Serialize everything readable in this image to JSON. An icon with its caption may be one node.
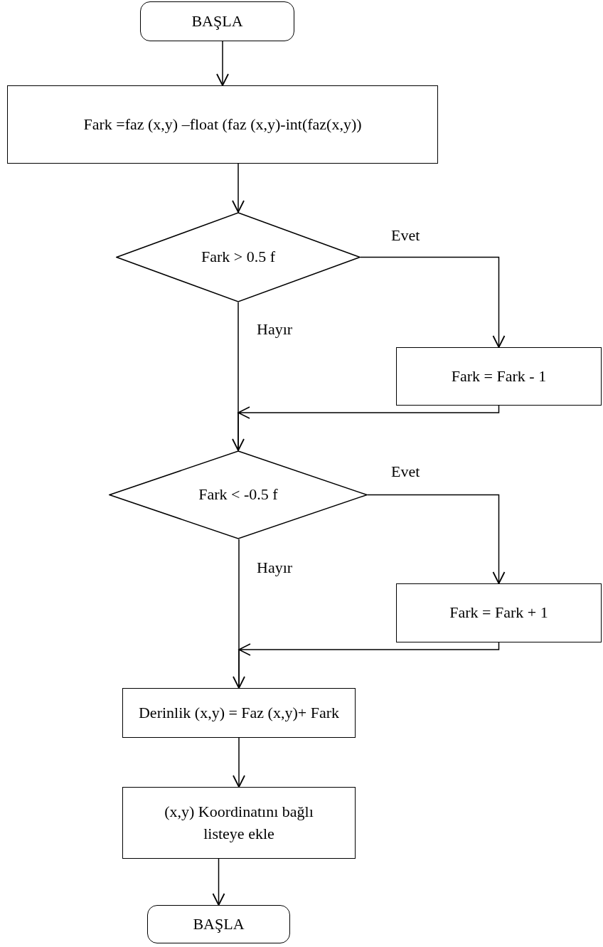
{
  "diagram": {
    "nodes": [
      {
        "text": [
          "BAŞLA"
        ]
      },
      {
        "text": [
          "Fark =faz (x,y) –float (faz (x,y)-int(faz(x,y))"
        ]
      },
      {
        "text": [
          "Fark > 0.5 f"
        ]
      },
      {
        "text": [
          "Fark = Fark -  1"
        ]
      },
      {
        "text": [
          "Fark < -0.5 f"
        ]
      },
      {
        "text": [
          "Fark = Fark + 1"
        ]
      },
      {
        "text": [
          "Derinlik (x,y) = Faz (x,y)+ Fark"
        ]
      },
      {
        "text": [
          "(x,y) Koordinatını bağlı listeye ekle"
        ]
      },
      {
        "text": [
          "BAŞLA"
        ]
      }
    ],
    "edges": [
      {
        "from": 0,
        "to": 1,
        "arrow": "to"
      },
      {
        "from": 1,
        "to": 2,
        "arrow": "to"
      },
      {
        "from": 2,
        "to": 3,
        "arrow": "to",
        "label": "Evet"
      },
      {
        "from": 2,
        "to": 4,
        "arrow": "to",
        "label": "Hayır"
      },
      {
        "from": 3,
        "to": 4,
        "arrow": "to"
      },
      {
        "from": 4,
        "to": 5,
        "arrow": "to",
        "label": "Evet"
      },
      {
        "from": 4,
        "to": 6,
        "arrow": "to",
        "label": "Hayır"
      },
      {
        "from": 5,
        "to": 6,
        "arrow": "to"
      },
      {
        "from": 6,
        "to": 7,
        "arrow": "to"
      },
      {
        "from": 7,
        "to": 8,
        "arrow": "to"
      }
    ]
  }
}
